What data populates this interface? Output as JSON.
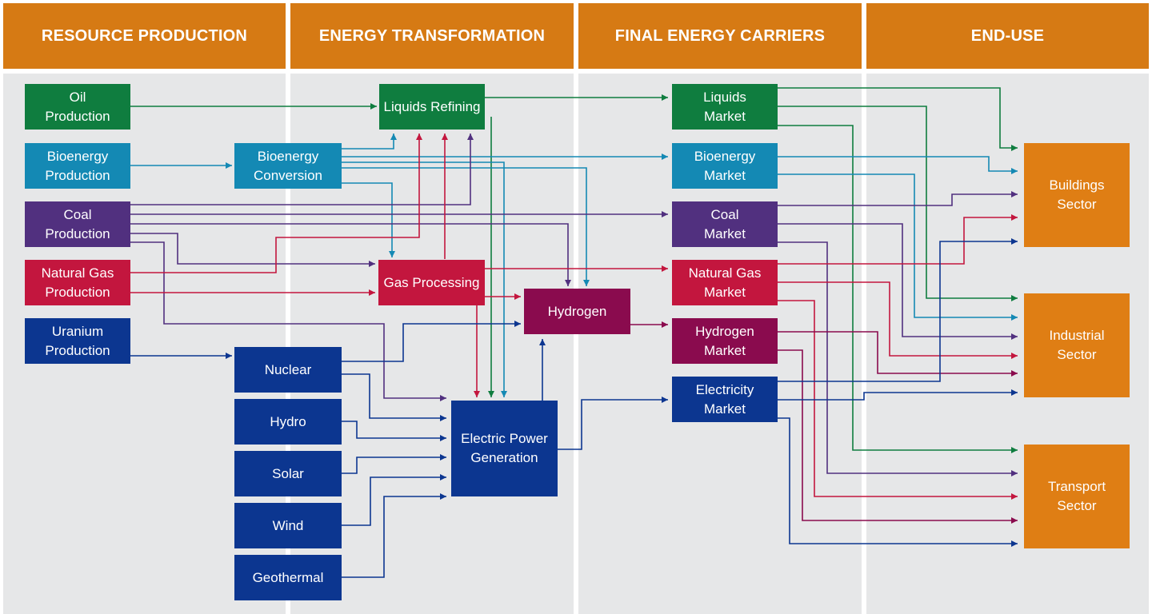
{
  "headers": {
    "resource": "RESOURCE PRODUCTION",
    "transform": "ENERGY TRANSFORMATION",
    "carriers": "FINAL ENERGY CARRIERS",
    "enduse": "END-USE"
  },
  "nodes": {
    "oil_production": "Oil\nProduction",
    "bioenergy_production": "Bioenergy\nProduction",
    "coal_production": "Coal\nProduction",
    "natural_gas_production": "Natural Gas\nProduction",
    "uranium_production": "Uranium\nProduction",
    "liquids_refining": "Liquids Refining",
    "bioenergy_conversion": "Bioenergy\nConversion",
    "gas_processing": "Gas Processing",
    "hydrogen": "Hydrogen",
    "nuclear": "Nuclear",
    "hydro": "Hydro",
    "solar": "Solar",
    "wind": "Wind",
    "geothermal": "Geothermal",
    "electric_power_generation": "Electric Power\nGeneration",
    "liquids_market": "Liquids\nMarket",
    "bioenergy_market": "Bioenergy\nMarket",
    "coal_market": "Coal\nMarket",
    "natural_gas_market": "Natural Gas\nMarket",
    "hydrogen_market": "Hydrogen\nMarket",
    "electricity_market": "Electricity\nMarket",
    "buildings_sector": "Buildings\nSector",
    "industrial_sector": "Industrial\nSector",
    "transport_sector": "Transport\nSector"
  },
  "colors": {
    "oil": "#0f7d3f",
    "bioenergy": "#1489b4",
    "coal": "#51307f",
    "natural_gas": "#c3163e",
    "electric": "#0c3690",
    "hydrogen": "#8a0b4e",
    "sector": "#df7e14",
    "header": "#d67a14",
    "panel": "#e6e7e8"
  }
}
